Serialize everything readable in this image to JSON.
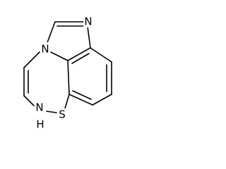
{
  "molecule": {
    "atoms": {
      "n_top": "N",
      "n_ring": "N",
      "sulfur": "S",
      "nh_n": "N",
      "nh_h": "H"
    }
  }
}
